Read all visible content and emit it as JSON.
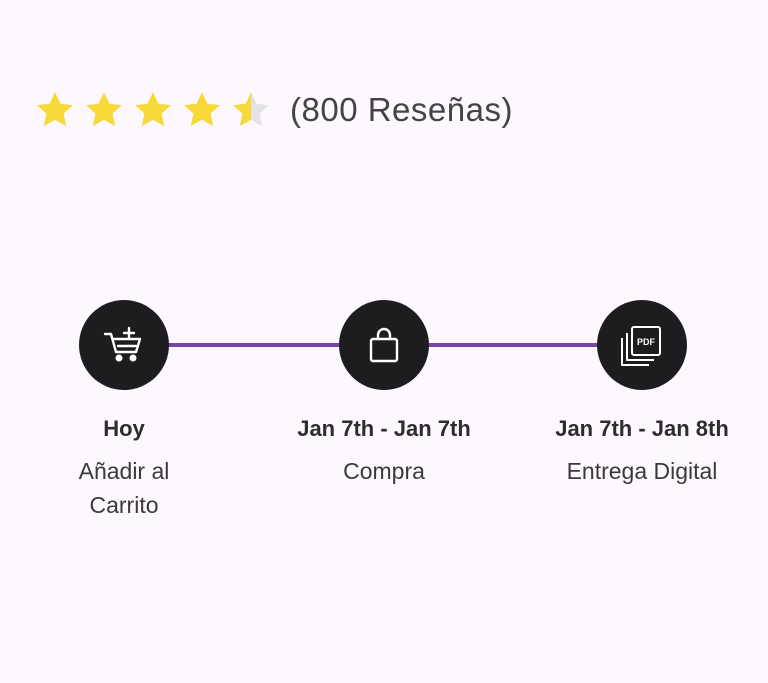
{
  "rating": {
    "value": 4.5,
    "max": 5,
    "review_count_text": "(800 Reseñas)",
    "star_color": "#f7d93a",
    "empty_star_color": "#e3e3e3"
  },
  "timeline": {
    "line_color": "#7a44a8",
    "circle_color": "#1d1d1f",
    "steps": [
      {
        "icon": "cart-add-icon",
        "date": "Hoy",
        "label": "Añadir al Carrito"
      },
      {
        "icon": "shopping-bag-icon",
        "date": "Jan 7th - Jan 7th",
        "label": "Compra"
      },
      {
        "icon": "pdf-files-icon",
        "pdf_text": "PDF",
        "date": "Jan 7th - Jan 8th",
        "label": "Entrega Digital"
      }
    ]
  }
}
